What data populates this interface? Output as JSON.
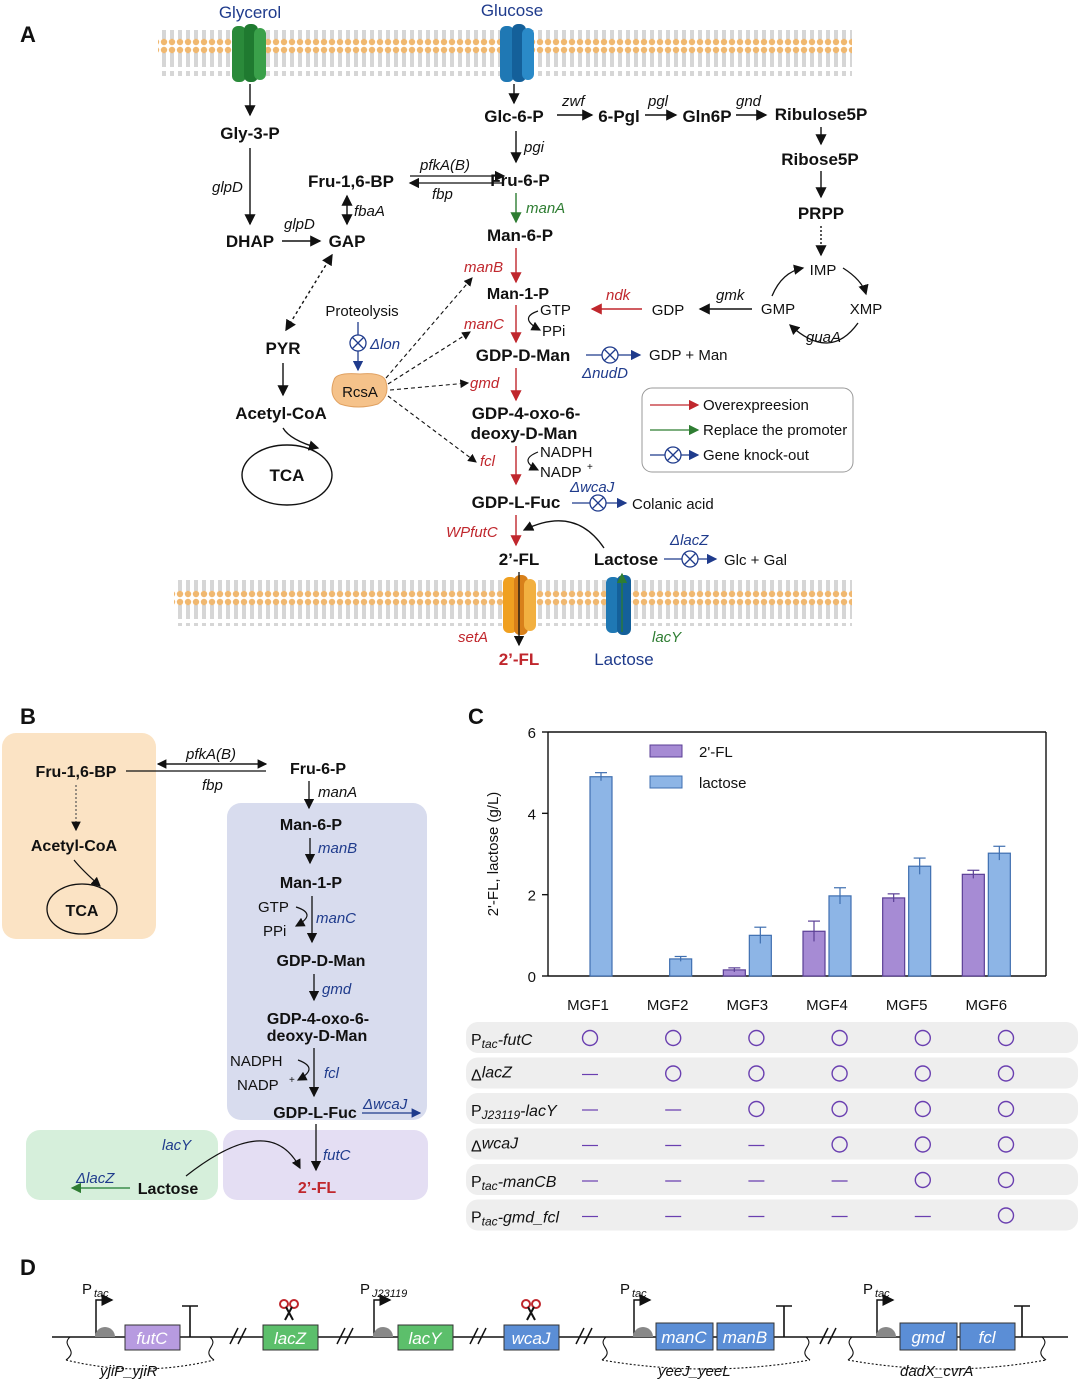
{
  "panels": {
    "a": "A",
    "b": "B",
    "c": "C",
    "d": "D"
  },
  "panelA": {
    "transport": {
      "glycerol": "Glycerol",
      "glucose": "Glucose",
      "lactose_in": "Lactose",
      "fl_out": "2’-FL"
    },
    "metabolites": {
      "gly3p": "Gly-3-P",
      "dhap": "DHAP",
      "gap": "GAP",
      "fru16bp": "Fru-1,6-BP",
      "pyr": "PYR",
      "acetylcoa": "Acetyl-CoA",
      "tca": "TCA",
      "glc6p": "Glc-6-P",
      "pgl6": "6-Pgl",
      "gln6p": "Gln6P",
      "ribulose5p": "Ribulose5P",
      "ribose5p": "Ribose5P",
      "prpp": "PRPP",
      "imp": "IMP",
      "gmp": "GMP",
      "xmp": "XMP",
      "gdp": "GDP",
      "fru6p": "Fru-6-P",
      "man6p": "Man-6-P",
      "man1p": "Man-1-P",
      "gtp": "GTP",
      "ppi": "PPi",
      "gdpdman": "GDP-D-Man",
      "gdpman_prod": "GDP + Man",
      "gdp4oxo_1": "GDP-4-oxo-6-",
      "gdp4oxo_2": "deoxy-D-Man",
      "nadph": "NADPH",
      "nadp": "NADP",
      "gdplfuc": "GDP-L-Fuc",
      "colanic": "Colanic acid",
      "fl": "2’-FL",
      "lactose": "Lactose",
      "glcgal": "Glc + Gal",
      "rcsa": "RcsA",
      "proteolysis": "Proteolysis"
    },
    "genes": {
      "glpd1": "glpD",
      "glpd2": "glpD",
      "pfka": "pfkA(B)",
      "fbp": "fbp",
      "fbaa": "fbaA",
      "zwf": "zwf",
      "pgl": "pgl",
      "gnd": "gnd",
      "pgi": "pgi",
      "mana": "manA",
      "manb": "manB",
      "manc": "manC",
      "gmd": "gmd",
      "fcl": "fcl",
      "wpfutc": "WPfutC",
      "ndk": "ndk",
      "gmk": "gmk",
      "guaa": "guaA",
      "lon": "Δlon",
      "nudd": "ΔnudD",
      "wcaj": "ΔwcaJ",
      "lacz": "ΔlacZ",
      "seta": "setA",
      "lacy": "lacY"
    },
    "legend": {
      "overexpression": "Overexpreesion",
      "promoter": "Replace the promoter",
      "knockout": "Gene knock-out"
    },
    "colors": {
      "red": "#c0272d",
      "green": "#2e7d32",
      "blue": "#1f3b8c",
      "membrane": "#f0b870"
    }
  },
  "panelB": {
    "metabolites": {
      "fru16bp": "Fru-1,6-BP",
      "acetylcoa": "Acetyl-CoA",
      "tca": "TCA",
      "fru6p": "Fru-6-P",
      "man6p": "Man-6-P",
      "man1p": "Man-1-P",
      "gtp": "GTP",
      "ppi": "PPi",
      "gdpdman": "GDP-D-Man",
      "gdp4oxo_1": "GDP-4-oxo-6-",
      "gdp4oxo_2": "deoxy-D-Man",
      "nadph": "NADPH",
      "nadp": "NADP",
      "gdplfuc": "GDP-L-Fuc",
      "lactose": "Lactose",
      "fl": "2’-FL"
    },
    "genes": {
      "pfka": "pfkA(B)",
      "fbp": "fbp",
      "mana": "manA",
      "manb": "manB",
      "manc": "manC",
      "gmd": "gmd",
      "fcl": "fcl",
      "wcaj": "ΔwcaJ",
      "lacy": "lacY",
      "lacz": "ΔlacZ",
      "futc": "futC"
    }
  },
  "chart_data": {
    "type": "bar",
    "categories": [
      "MGF1",
      "MGF2",
      "MGF3",
      "MGF4",
      "MGF5",
      "MGF6"
    ],
    "series": [
      {
        "name": "2'-FL",
        "values": [
          0,
          0,
          0.15,
          1.1,
          1.92,
          2.5
        ],
        "errors": [
          0,
          0,
          0.05,
          0.25,
          0.1,
          0.1
        ],
        "color": "#a68bd4"
      },
      {
        "name": "lactose",
        "values": [
          4.9,
          0.42,
          1.0,
          1.97,
          2.7,
          3.02
        ],
        "errors": [
          0.1,
          0.06,
          0.2,
          0.2,
          0.2,
          0.17
        ],
        "color": "#8db5e6"
      }
    ],
    "ylabel": "2'-FL,   lactose (g/L)",
    "ylim": [
      0,
      6
    ],
    "yticks": [
      "0",
      "2",
      "4",
      "6"
    ],
    "legend_position": "top-left",
    "grid": false
  },
  "table": {
    "rows": [
      {
        "pre": "P",
        "sub": "tac",
        "post": "-futC",
        "marks": [
          "o",
          "o",
          "o",
          "o",
          "o",
          "o"
        ]
      },
      {
        "pre": "Δ",
        "sub": "",
        "post": "lacZ",
        "marks": [
          "-",
          "o",
          "o",
          "o",
          "o",
          "o"
        ]
      },
      {
        "pre": "P",
        "sub": "J23119",
        "post": "-lacY",
        "marks": [
          "-",
          "-",
          "o",
          "o",
          "o",
          "o"
        ]
      },
      {
        "pre": "Δ",
        "sub": "",
        "post": "wcaJ",
        "marks": [
          "-",
          "-",
          "-",
          "o",
          "o",
          "o"
        ]
      },
      {
        "pre": "P",
        "sub": "tac",
        "post": "-manCB",
        "marks": [
          "-",
          "-",
          "-",
          "-",
          "o",
          "o"
        ]
      },
      {
        "pre": "P",
        "sub": "tac",
        "post": "-gmd_fcl",
        "marks": [
          "-",
          "-",
          "-",
          "-",
          "-",
          "o"
        ]
      }
    ]
  },
  "panelD": {
    "promoters": [
      "P",
      "tac",
      "P",
      "J23119",
      "P",
      "tac",
      "P",
      "tac"
    ],
    "genes": {
      "futc": "futC",
      "lacz": "lacZ",
      "lacy": "lacY",
      "wcaj": "wcaJ",
      "manc": "manC",
      "manb": "manB",
      "gmd": "gmd",
      "fcl": "fcl"
    },
    "loci": {
      "yjip": "yjiP_yjiR",
      "yeej": "yeeJ_yeeL",
      "dadx": "dadX_cvrA"
    },
    "colors": {
      "futc": "#b79be0",
      "lacz": "#5cbf6b",
      "lacy": "#5cbf6b",
      "wcaj": "#5b8ed6",
      "manc": "#5b8ed6",
      "manb": "#5b8ed6",
      "gmd": "#5b8ed6",
      "fcl": "#5b8ed6"
    }
  }
}
